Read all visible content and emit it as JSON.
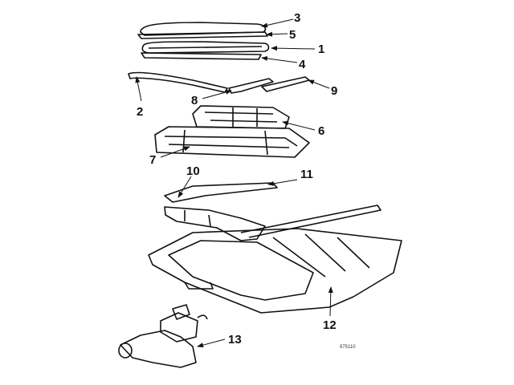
{
  "callouts": {
    "c1": "1",
    "c2": "2",
    "c3": "3",
    "c4": "4",
    "c5": "5",
    "c6": "6",
    "c7": "7",
    "c8": "8",
    "c9": "9",
    "c10": "10",
    "c11": "11",
    "c12": "12",
    "c13": "13"
  },
  "reference_code": "975110"
}
